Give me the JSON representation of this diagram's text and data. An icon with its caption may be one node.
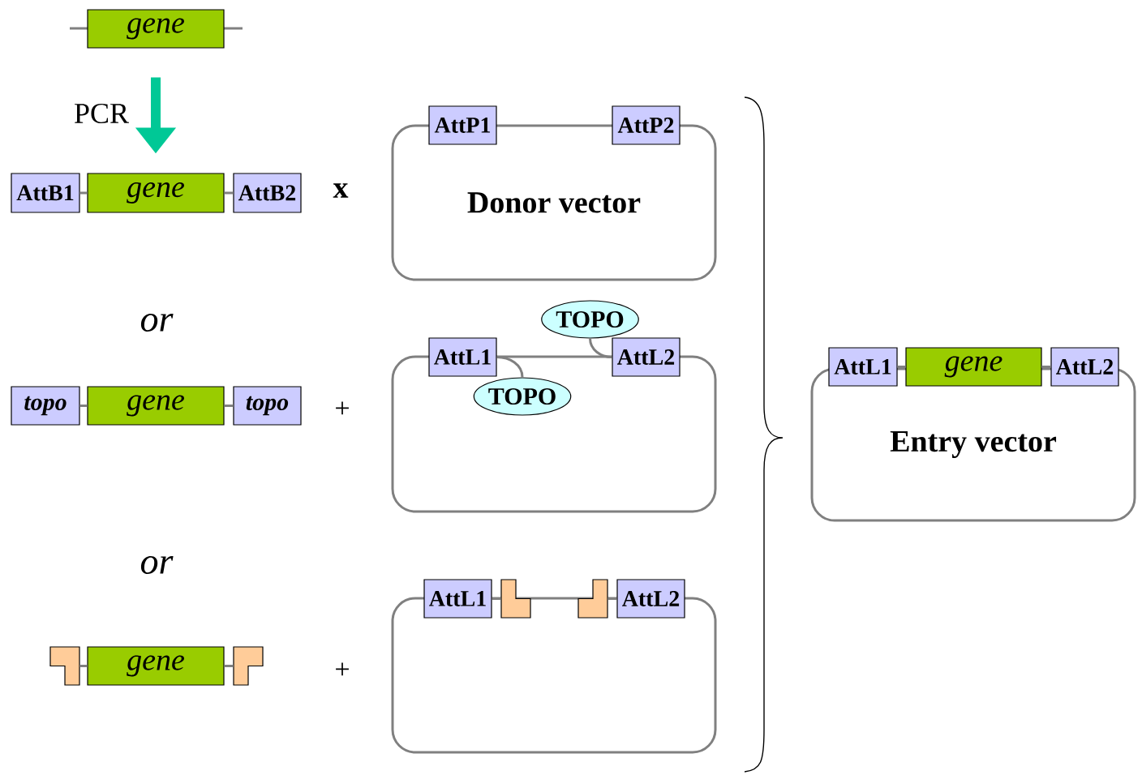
{
  "diagram": {
    "nodes": [
      {
        "text": [
          "gene"
        ]
      },
      {
        "text": [
          "AttB1"
        ]
      },
      {
        "text": [
          "gene"
        ]
      },
      {
        "text": [
          "AttB2"
        ]
      },
      {
        "text": [
          "Donor vector"
        ]
      },
      {
        "text": [
          "AttP1"
        ]
      },
      {
        "text": [
          "AttP2"
        ]
      },
      {
        "text": [
          "topo"
        ]
      },
      {
        "text": [
          "gene"
        ]
      },
      {
        "text": [
          "topo"
        ]
      },
      {
        "text": [],
        "shape": "box"
      },
      {
        "text": [
          "AttL1"
        ]
      },
      {
        "text": [
          "AttL2"
        ]
      },
      {
        "text": [
          "TOPO"
        ]
      },
      {
        "text": [
          "TOPO"
        ],
        "in": 10
      },
      {
        "text": [],
        "shape": "block"
      },
      {
        "text": [
          "gene"
        ]
      },
      {
        "text": [],
        "shape": "block"
      },
      {
        "text": [],
        "shape": "box"
      },
      {
        "text": [
          "AttL1"
        ]
      },
      {
        "text": [],
        "shape": "block"
      },
      {
        "text": [],
        "shape": "block"
      },
      {
        "text": [
          "AttL2"
        ]
      },
      {
        "text": [
          "Entry vector"
        ]
      },
      {
        "text": [
          "AttL1"
        ]
      },
      {
        "text": [
          "gene"
        ]
      },
      {
        "text": [
          "AttL2"
        ]
      }
    ],
    "edges": [
      {
        "from": 0,
        "to": 2,
        "arrow": "to",
        "label": "PCR",
        "style": "thick",
        "color": "#00c896"
      },
      {
        "from": 1,
        "to": 2,
        "arrow": "none"
      },
      {
        "from": 2,
        "to": 3,
        "arrow": "none"
      },
      {
        "from": 7,
        "to": 8,
        "arrow": "none"
      },
      {
        "from": 8,
        "to": 9,
        "arrow": "none"
      },
      {
        "from": 11,
        "to": 14,
        "arrow": "none"
      },
      {
        "from": 12,
        "to": 13,
        "arrow": "none"
      },
      {
        "from": 15,
        "to": 16,
        "arrow": "none"
      },
      {
        "from": 16,
        "to": 17,
        "arrow": "none"
      },
      {
        "from": 19,
        "to": 20,
        "arrow": "none"
      },
      {
        "from": 21,
        "to": 22,
        "arrow": "none"
      },
      {
        "from": 24,
        "to": 25,
        "arrow": "none"
      },
      {
        "from": 25,
        "to": 26,
        "arrow": "none"
      }
    ],
    "labels": [
      "x",
      "or",
      "+",
      "or",
      "+"
    ]
  }
}
